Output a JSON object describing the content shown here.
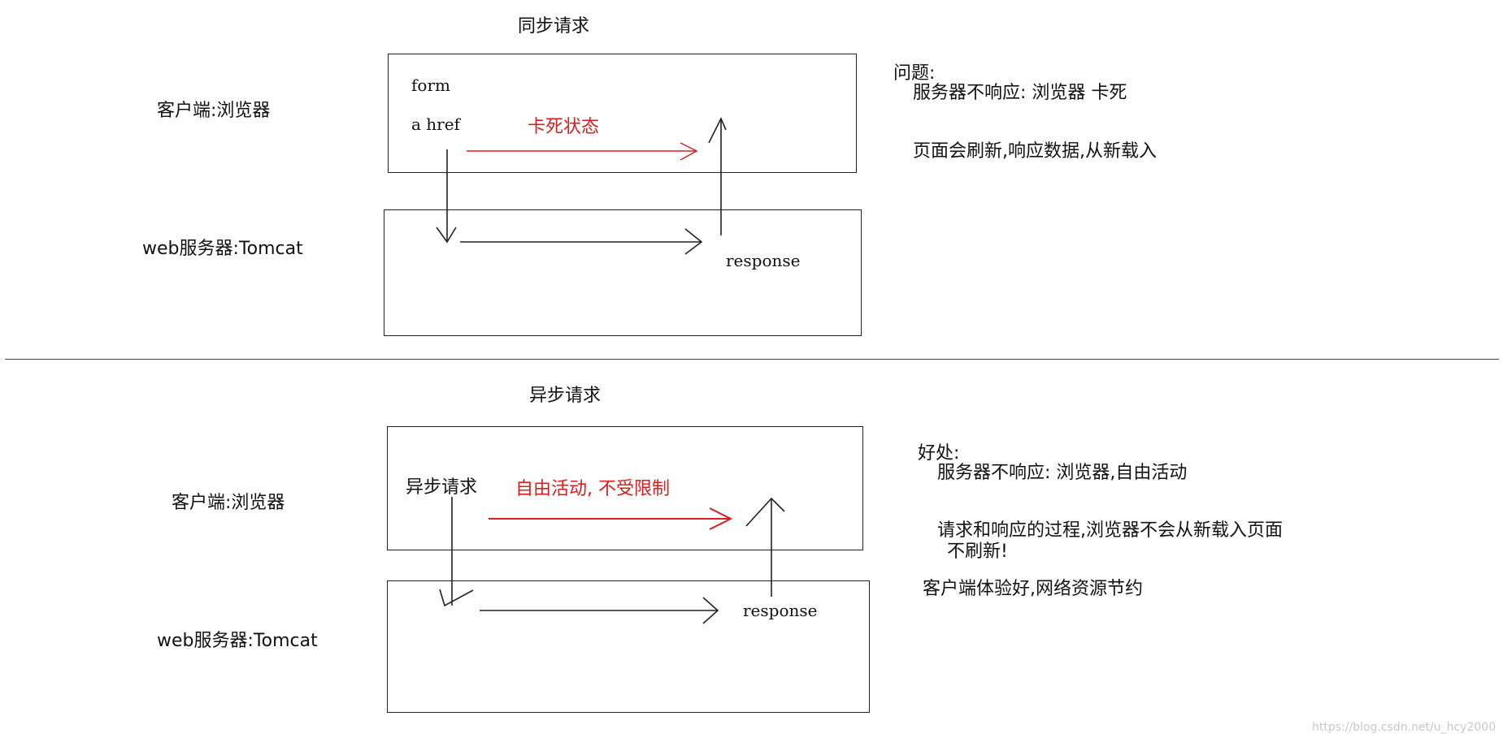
{
  "sync": {
    "title": "同步请求",
    "client_label": "客户端:浏览器",
    "server_label": "web服务器:Tomcat",
    "client_box": {
      "line1": "form",
      "line2": "a href",
      "state_label": "卡死状态"
    },
    "server_box": {
      "response_label": "response"
    },
    "notes": {
      "heading": "问题:",
      "line1": "服务器不响应: 浏览器 卡死",
      "line2": "页面会刷新,响应数据,从新载入"
    }
  },
  "async": {
    "title": "异步请求",
    "client_label": "客户端:浏览器",
    "server_label": "web服务器:Tomcat",
    "client_box": {
      "line1": "异步请求",
      "state_label": "自由活动, 不受限制"
    },
    "server_box": {
      "response_label": "response"
    },
    "notes": {
      "heading": "好处:",
      "line1": "服务器不响应: 浏览器,自由活动",
      "line2a": "请求和响应的过程,浏览器不会从新载入页面",
      "line2b": "不刷新!",
      "line3": "客户端体验好,网络资源节约"
    }
  },
  "watermark": "https://blog.csdn.net/u_hcy2000",
  "colors": {
    "text": "#111111",
    "highlight": "#d81e1e",
    "lines": "#222222"
  }
}
